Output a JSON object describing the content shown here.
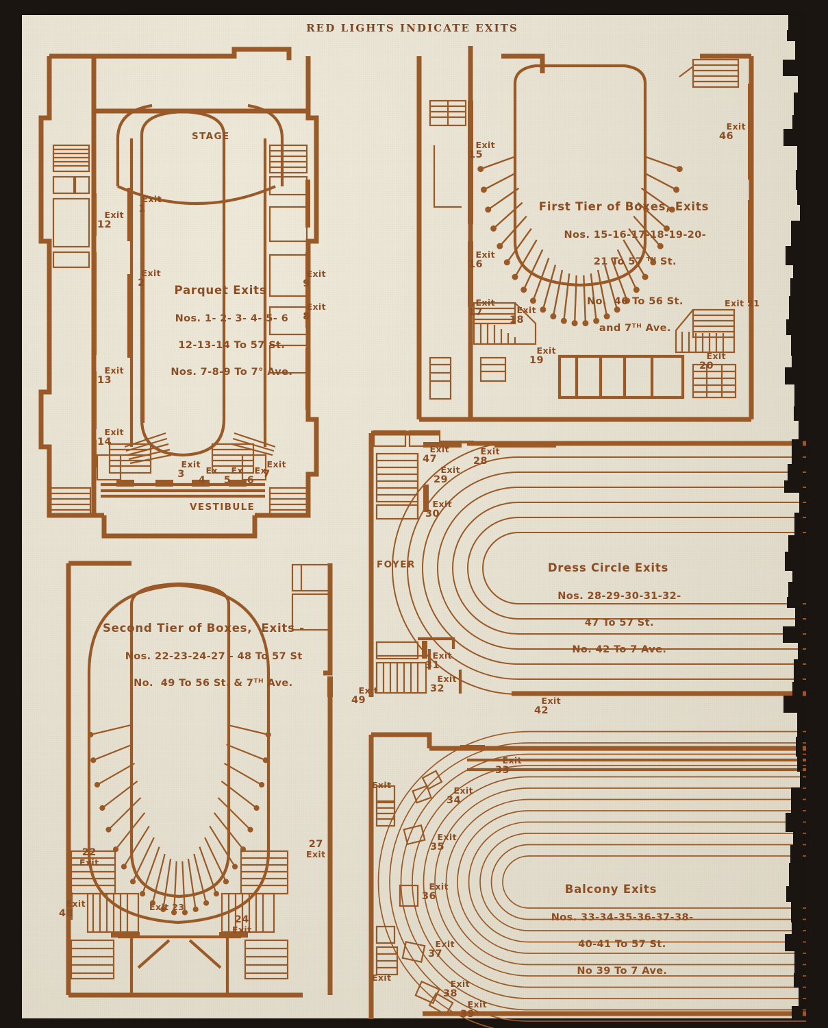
{
  "document": {
    "header": "RED LIGHTS INDICATE EXITS"
  },
  "plans": {
    "parquet": {
      "room_stage": "STAGE",
      "room_vestibule": "VESTIBULE",
      "caption": {
        "heading": "Parquet Exits",
        "line1": "Nos. 1- 2- 3- 4- 5- 6",
        "line2": "12-13-14 To 57 St.",
        "line3": "Nos. 7-8-9 To 7° Ave."
      },
      "exits": [
        {
          "word": "Exit",
          "num": "1"
        },
        {
          "word": "Exit",
          "num": "2"
        },
        {
          "word": "Exit",
          "num": "12"
        },
        {
          "word": "Exit",
          "num": "13"
        },
        {
          "word": "Exit",
          "num": "14"
        },
        {
          "word": "Exit",
          "num": "3"
        },
        {
          "word": "Ex",
          "num": "4"
        },
        {
          "word": "Ex",
          "num": "5"
        },
        {
          "word": "Ex",
          "num": "6"
        },
        {
          "word": "Exit",
          "num": "7"
        },
        {
          "word": "Exit",
          "num": "8"
        },
        {
          "word": "Exit",
          "num": "9"
        }
      ]
    },
    "first_tier": {
      "caption": {
        "heading": "First Tier of Boxes, Exits",
        "line1": "Nos. 15-16-17-18-19-20-",
        "line2": "21 To 57 ᵀᴴ St.",
        "line3": "No.  46 To 56 St.",
        "line4": "and 7ᵀᴴ Ave."
      },
      "exits": [
        {
          "word": "Exit",
          "num": "15"
        },
        {
          "word": "Exit",
          "num": "16"
        },
        {
          "word": "Exit",
          "num": "17"
        },
        {
          "word": "Exit",
          "num": "18"
        },
        {
          "word": "Exit",
          "num": "19"
        },
        {
          "word": "Exit",
          "num": "20"
        },
        {
          "word": "Exit 21",
          "num": ""
        },
        {
          "word": "Exit",
          "num": "46"
        }
      ]
    },
    "second_tier": {
      "caption": {
        "heading": "Second Tier of Boxes,  Exits -",
        "line1": "Nos. 22-23-24-27 - 48 To 57 St",
        "line2": "No.  49 To 56 St. & 7ᵀᴴ Ave."
      },
      "exits": [
        {
          "num": "22",
          "word": "Exit"
        },
        {
          "word": "Exit",
          "num": "48"
        },
        {
          "word": "Exit 23",
          "num": ""
        },
        {
          "num": "24",
          "word": "Exit"
        },
        {
          "num": "27",
          "word": "Exit"
        },
        {
          "word": "Exit",
          "num": "49"
        }
      ]
    },
    "dress_circle": {
      "room_foyer": "FOYER",
      "caption": {
        "heading": "Dress Circle Exits",
        "line1": "Nos. 28-29-30-31-32-",
        "line2": "47 To 57 St.",
        "line3": "No. 42 To 7 Ave."
      },
      "exits": [
        {
          "word": "Exit",
          "num": "47"
        },
        {
          "word": "Exit",
          "num": "28"
        },
        {
          "word": "Exit",
          "num": "29"
        },
        {
          "word": "Exit",
          "num": "30"
        },
        {
          "word": "Exit",
          "num": "31"
        },
        {
          "word": "Exit",
          "num": "32"
        },
        {
          "word": "Exit",
          "num": "42"
        }
      ]
    },
    "balcony": {
      "caption": {
        "heading": "Balcony Exits",
        "line1": "Nos. 33-34-35-36-37-38-",
        "line2": "40-41 To 57 St.",
        "line3": "No 39 To 7 Ave."
      },
      "exits": [
        {
          "word": "Exit",
          "num": "33"
        },
        {
          "word": "Exit",
          "num": "34"
        },
        {
          "word": "Exit",
          "num": "35"
        },
        {
          "word": "Exit",
          "num": "36"
        },
        {
          "word": "Exit",
          "num": "37"
        },
        {
          "word": "Exit",
          "num": "38"
        },
        {
          "word": "Exit",
          "num": "39"
        },
        {
          "word": "Exit",
          "num": ""
        },
        {
          "word": "Exit",
          "num": ""
        }
      ]
    }
  },
  "colors": {
    "ink": "#8a4f22",
    "line": "#9a5a28",
    "paper": "#e8e2d2",
    "border": "#1a1510"
  }
}
